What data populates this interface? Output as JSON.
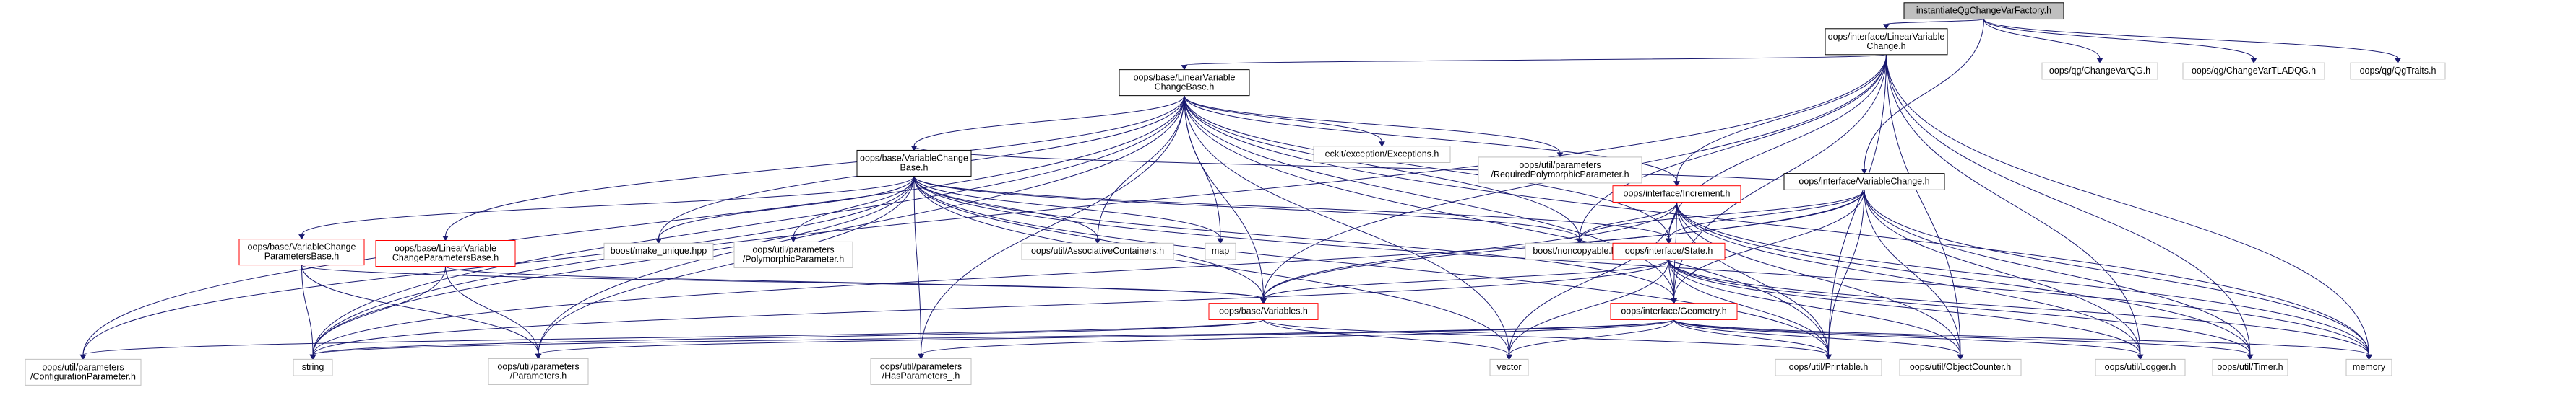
{
  "graph": {
    "nodes": [
      {
        "id": "root",
        "lines": [
          "instantiateQgChangeVarFactory.h"
        ],
        "style": "root"
      },
      {
        "id": "linvarchange",
        "lines": [
          "oops/interface/LinearVariable",
          "Change.h"
        ],
        "style": "linked"
      },
      {
        "id": "changevarqg",
        "lines": [
          "oops/qg/ChangeVarQG.h"
        ],
        "style": "plain"
      },
      {
        "id": "changevartlad",
        "lines": [
          "oops/qg/ChangeVarTLADQG.h"
        ],
        "style": "plain"
      },
      {
        "id": "qgtraits",
        "lines": [
          "oops/qg/QgTraits.h"
        ],
        "style": "plain"
      },
      {
        "id": "linvarchangebase",
        "lines": [
          "oops/base/LinearVariable",
          "ChangeBase.h"
        ],
        "style": "linked"
      },
      {
        "id": "ivarchange",
        "lines": [
          "oops/interface/VariableChange.h"
        ],
        "style": "linked"
      },
      {
        "id": "varchangebase",
        "lines": [
          "oops/base/VariableChange",
          "Base.h"
        ],
        "style": "linked"
      },
      {
        "id": "eckit",
        "lines": [
          "eckit/exception/Exceptions.h"
        ],
        "style": "plain"
      },
      {
        "id": "reqpoly",
        "lines": [
          "oops/util/parameters",
          "/RequiredPolymorphicParameter.h"
        ],
        "style": "plain"
      },
      {
        "id": "increment",
        "lines": [
          "oops/interface/Increment.h"
        ],
        "style": "red"
      },
      {
        "id": "vcparamsbase",
        "lines": [
          "oops/base/VariableChange",
          "ParametersBase.h"
        ],
        "style": "red"
      },
      {
        "id": "lvcparamsbase",
        "lines": [
          "oops/base/LinearVariable",
          "ChangeParametersBase.h"
        ],
        "style": "red"
      },
      {
        "id": "makeunique",
        "lines": [
          "boost/make_unique.hpp"
        ],
        "style": "plain"
      },
      {
        "id": "polyparam",
        "lines": [
          "oops/util/parameters",
          "/PolymorphicParameter.h"
        ],
        "style": "plain"
      },
      {
        "id": "assoc",
        "lines": [
          "oops/util/AssociativeContainers.h"
        ],
        "style": "plain"
      },
      {
        "id": "map",
        "lines": [
          "map"
        ],
        "style": "plain"
      },
      {
        "id": "noncopy",
        "lines": [
          "boost/noncopyable.hpp"
        ],
        "style": "plain"
      },
      {
        "id": "state",
        "lines": [
          "oops/interface/State.h"
        ],
        "style": "red"
      },
      {
        "id": "variables",
        "lines": [
          "oops/base/Variables.h"
        ],
        "style": "red"
      },
      {
        "id": "geometry",
        "lines": [
          "oops/interface/Geometry.h"
        ],
        "style": "red"
      },
      {
        "id": "confparam",
        "lines": [
          "oops/util/parameters",
          "/ConfigurationParameter.h"
        ],
        "style": "plain"
      },
      {
        "id": "string",
        "lines": [
          "string"
        ],
        "style": "plain"
      },
      {
        "id": "parameters",
        "lines": [
          "oops/util/parameters",
          "/Parameters.h"
        ],
        "style": "plain"
      },
      {
        "id": "hasparams",
        "lines": [
          "oops/util/parameters",
          "/HasParameters_.h"
        ],
        "style": "plain"
      },
      {
        "id": "vector",
        "lines": [
          "vector"
        ],
        "style": "plain"
      },
      {
        "id": "printable",
        "lines": [
          "oops/util/Printable.h"
        ],
        "style": "plain"
      },
      {
        "id": "objcounter",
        "lines": [
          "oops/util/ObjectCounter.h"
        ],
        "style": "plain"
      },
      {
        "id": "logger",
        "lines": [
          "oops/util/Logger.h"
        ],
        "style": "plain"
      },
      {
        "id": "timer",
        "lines": [
          "oops/util/Timer.h"
        ],
        "style": "plain"
      },
      {
        "id": "memory",
        "lines": [
          "memory"
        ],
        "style": "plain"
      }
    ],
    "edges": [
      [
        "root",
        "linvarchange"
      ],
      [
        "root",
        "changevarqg"
      ],
      [
        "root",
        "changevartlad"
      ],
      [
        "root",
        "qgtraits"
      ],
      [
        "root",
        "ivarchange"
      ],
      [
        "linvarchange",
        "linvarchangebase"
      ],
      [
        "linvarchange",
        "increment"
      ],
      [
        "linvarchange",
        "state"
      ],
      [
        "linvarchange",
        "geometry"
      ],
      [
        "linvarchange",
        "variables"
      ],
      [
        "linvarchange",
        "noncopy"
      ],
      [
        "linvarchange",
        "printable"
      ],
      [
        "linvarchange",
        "objcounter"
      ],
      [
        "linvarchange",
        "timer"
      ],
      [
        "linvarchange",
        "logger"
      ],
      [
        "linvarchange",
        "memory"
      ],
      [
        "linvarchange",
        "string"
      ],
      [
        "linvarchangebase",
        "eckit"
      ],
      [
        "linvarchangebase",
        "reqpoly"
      ],
      [
        "linvarchangebase",
        "varchangebase"
      ],
      [
        "linvarchangebase",
        "lvcparamsbase"
      ],
      [
        "linvarchangebase",
        "increment"
      ],
      [
        "linvarchangebase",
        "state"
      ],
      [
        "linvarchangebase",
        "geometry"
      ],
      [
        "linvarchangebase",
        "variables"
      ],
      [
        "linvarchangebase",
        "makeunique"
      ],
      [
        "linvarchangebase",
        "assoc"
      ],
      [
        "linvarchangebase",
        "noncopy"
      ],
      [
        "linvarchangebase",
        "map"
      ],
      [
        "linvarchangebase",
        "printable"
      ],
      [
        "linvarchangebase",
        "memory"
      ],
      [
        "linvarchangebase",
        "string"
      ],
      [
        "linvarchangebase",
        "vector"
      ],
      [
        "linvarchangebase",
        "parameters"
      ],
      [
        "linvarchangebase",
        "hasparams"
      ],
      [
        "linvarchangebase",
        "confparam"
      ],
      [
        "ivarchange",
        "varchangebase"
      ],
      [
        "ivarchange",
        "state"
      ],
      [
        "ivarchange",
        "geometry"
      ],
      [
        "ivarchange",
        "variables"
      ],
      [
        "ivarchange",
        "noncopy"
      ],
      [
        "ivarchange",
        "printable"
      ],
      [
        "ivarchange",
        "objcounter"
      ],
      [
        "ivarchange",
        "timer"
      ],
      [
        "ivarchange",
        "logger"
      ],
      [
        "ivarchange",
        "memory"
      ],
      [
        "ivarchange",
        "string"
      ],
      [
        "varchangebase",
        "vcparamsbase"
      ],
      [
        "varchangebase",
        "makeunique"
      ],
      [
        "varchangebase",
        "polyparam"
      ],
      [
        "varchangebase",
        "assoc"
      ],
      [
        "varchangebase",
        "map"
      ],
      [
        "varchangebase",
        "noncopy"
      ],
      [
        "varchangebase",
        "state"
      ],
      [
        "varchangebase",
        "geometry"
      ],
      [
        "varchangebase",
        "variables"
      ],
      [
        "varchangebase",
        "confparam"
      ],
      [
        "varchangebase",
        "string"
      ],
      [
        "varchangebase",
        "parameters"
      ],
      [
        "varchangebase",
        "hasparams"
      ],
      [
        "varchangebase",
        "vector"
      ],
      [
        "varchangebase",
        "printable"
      ],
      [
        "varchangebase",
        "memory"
      ],
      [
        "increment",
        "state"
      ],
      [
        "increment",
        "geometry"
      ],
      [
        "increment",
        "variables"
      ],
      [
        "increment",
        "noncopy"
      ],
      [
        "increment",
        "printable"
      ],
      [
        "increment",
        "objcounter"
      ],
      [
        "increment",
        "timer"
      ],
      [
        "increment",
        "logger"
      ],
      [
        "increment",
        "memory"
      ],
      [
        "increment",
        "vector"
      ],
      [
        "vcparamsbase",
        "variables"
      ],
      [
        "vcparamsbase",
        "string"
      ],
      [
        "vcparamsbase",
        "parameters"
      ],
      [
        "lvcparamsbase",
        "variables"
      ],
      [
        "lvcparamsbase",
        "string"
      ],
      [
        "lvcparamsbase",
        "parameters"
      ],
      [
        "state",
        "geometry"
      ],
      [
        "state",
        "variables"
      ],
      [
        "state",
        "printable"
      ],
      [
        "state",
        "objcounter"
      ],
      [
        "state",
        "timer"
      ],
      [
        "state",
        "logger"
      ],
      [
        "state",
        "memory"
      ],
      [
        "state",
        "string"
      ],
      [
        "state",
        "vector"
      ],
      [
        "variables",
        "string"
      ],
      [
        "variables",
        "vector"
      ],
      [
        "variables",
        "printable"
      ],
      [
        "variables",
        "confparam"
      ],
      [
        "geometry",
        "string"
      ],
      [
        "geometry",
        "vector"
      ],
      [
        "geometry",
        "printable"
      ],
      [
        "geometry",
        "objcounter"
      ],
      [
        "geometry",
        "timer"
      ],
      [
        "geometry",
        "logger"
      ],
      [
        "geometry",
        "memory"
      ],
      [
        "geometry",
        "parameters"
      ],
      [
        "geometry",
        "hasparams"
      ]
    ]
  },
  "colors": {
    "edge": "#191970",
    "root_fill": "#bfbfbf",
    "root_border": "#000000",
    "linked_border": "#000000",
    "red_border": "#ff0000",
    "plain_border": "#bfbfbf",
    "node_fill": "#ffffff",
    "text": "#000000"
  }
}
